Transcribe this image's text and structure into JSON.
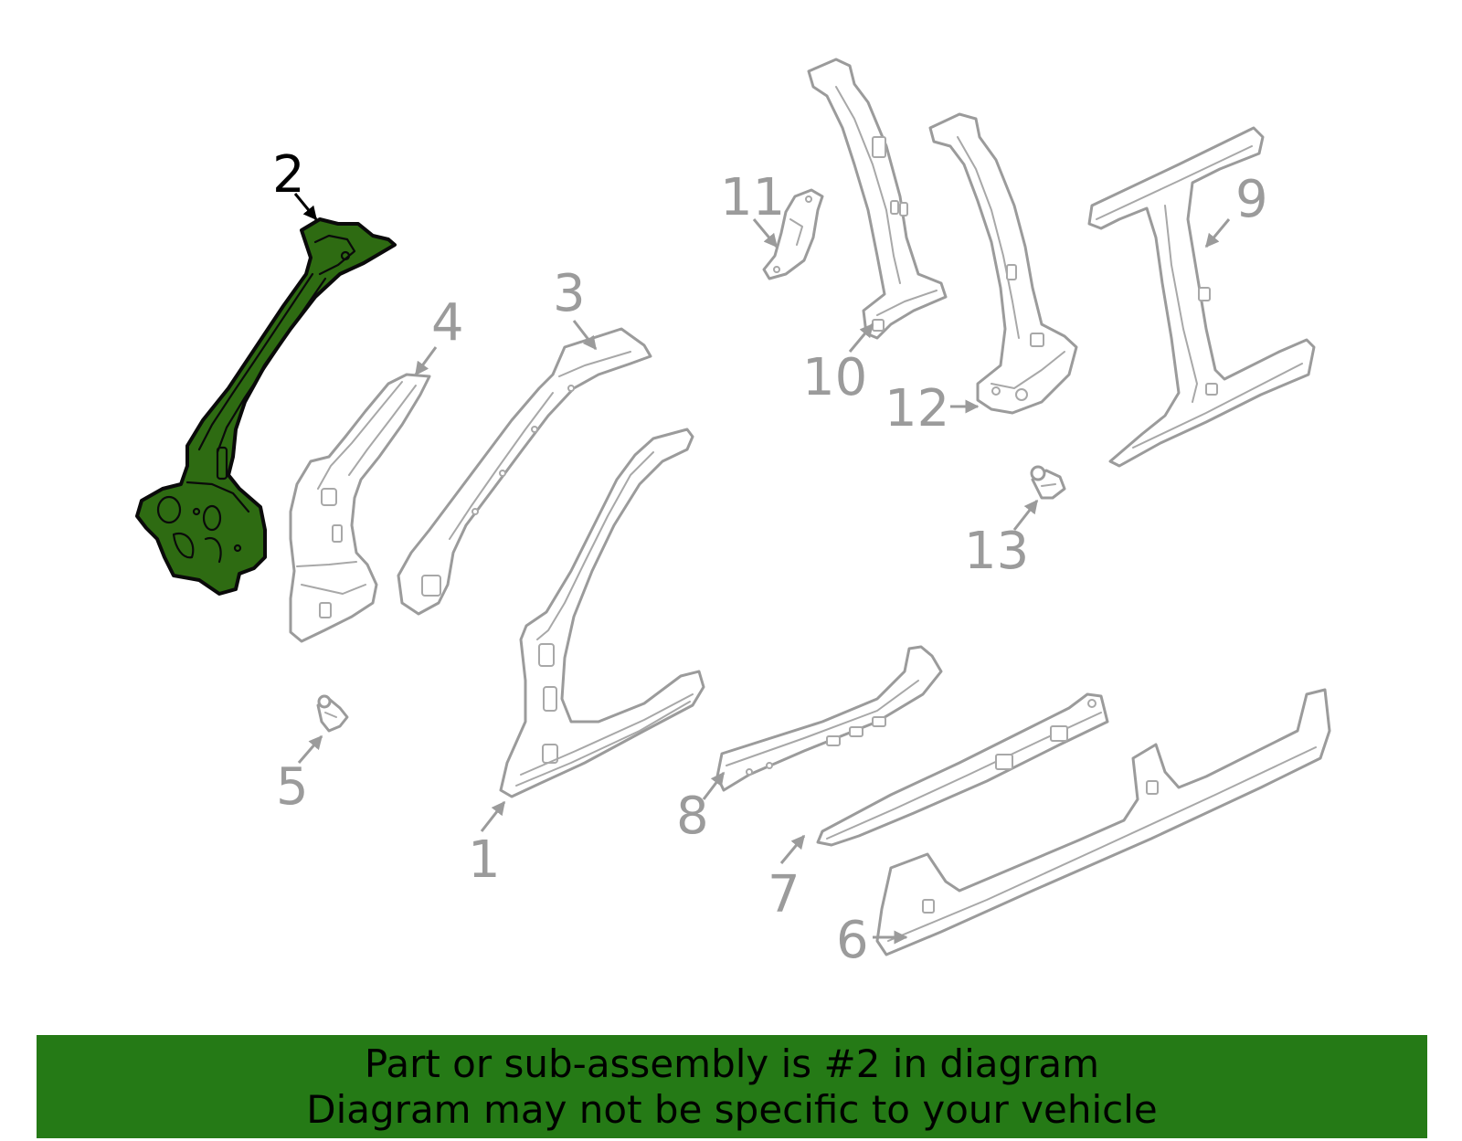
{
  "highlight_color": "#257a16",
  "highlighted_part_number": "2",
  "callouts": {
    "c1": "1",
    "c2": "2",
    "c3": "3",
    "c4": "4",
    "c5": "5",
    "c6": "6",
    "c7": "7",
    "c8": "8",
    "c9": "9",
    "c10": "10",
    "c11": "11",
    "c12": "12",
    "c13": "13"
  },
  "banner": {
    "line1": "Part or sub-assembly is #2 in diagram",
    "line2": "Diagram may not be specific to your vehicle"
  }
}
